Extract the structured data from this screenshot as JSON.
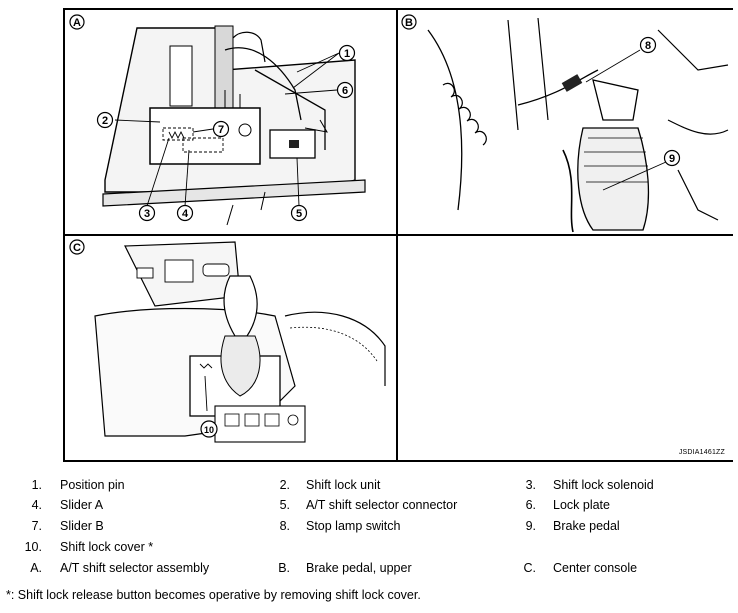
{
  "diagram": {
    "part_code": "JSDIA1461ZZ",
    "panels": [
      {
        "label": "A"
      },
      {
        "label": "B"
      },
      {
        "label": "C"
      }
    ],
    "callouts": [
      "1",
      "2",
      "3",
      "4",
      "5",
      "6",
      "7",
      "8",
      "9",
      "10"
    ]
  },
  "legend": [
    {
      "num": "1.",
      "text": "Position pin"
    },
    {
      "num": "2.",
      "text": "Shift lock unit"
    },
    {
      "num": "3.",
      "text": "Shift lock solenoid"
    },
    {
      "num": "4.",
      "text": "Slider A"
    },
    {
      "num": "5.",
      "text": "A/T shift selector connector"
    },
    {
      "num": "6.",
      "text": "Lock plate"
    },
    {
      "num": "7.",
      "text": "Slider B"
    },
    {
      "num": "8.",
      "text": "Stop lamp switch"
    },
    {
      "num": "9.",
      "text": "Brake pedal"
    },
    {
      "num": "10.",
      "text": "Shift lock cover *"
    },
    {
      "num": "A.",
      "text": "A/T shift selector assembly"
    },
    {
      "num": "B.",
      "text": "Brake pedal, upper"
    },
    {
      "num": "C.",
      "text": "Center console"
    }
  ],
  "footnote": "*: Shift lock release button becomes operative by removing shift lock cover."
}
